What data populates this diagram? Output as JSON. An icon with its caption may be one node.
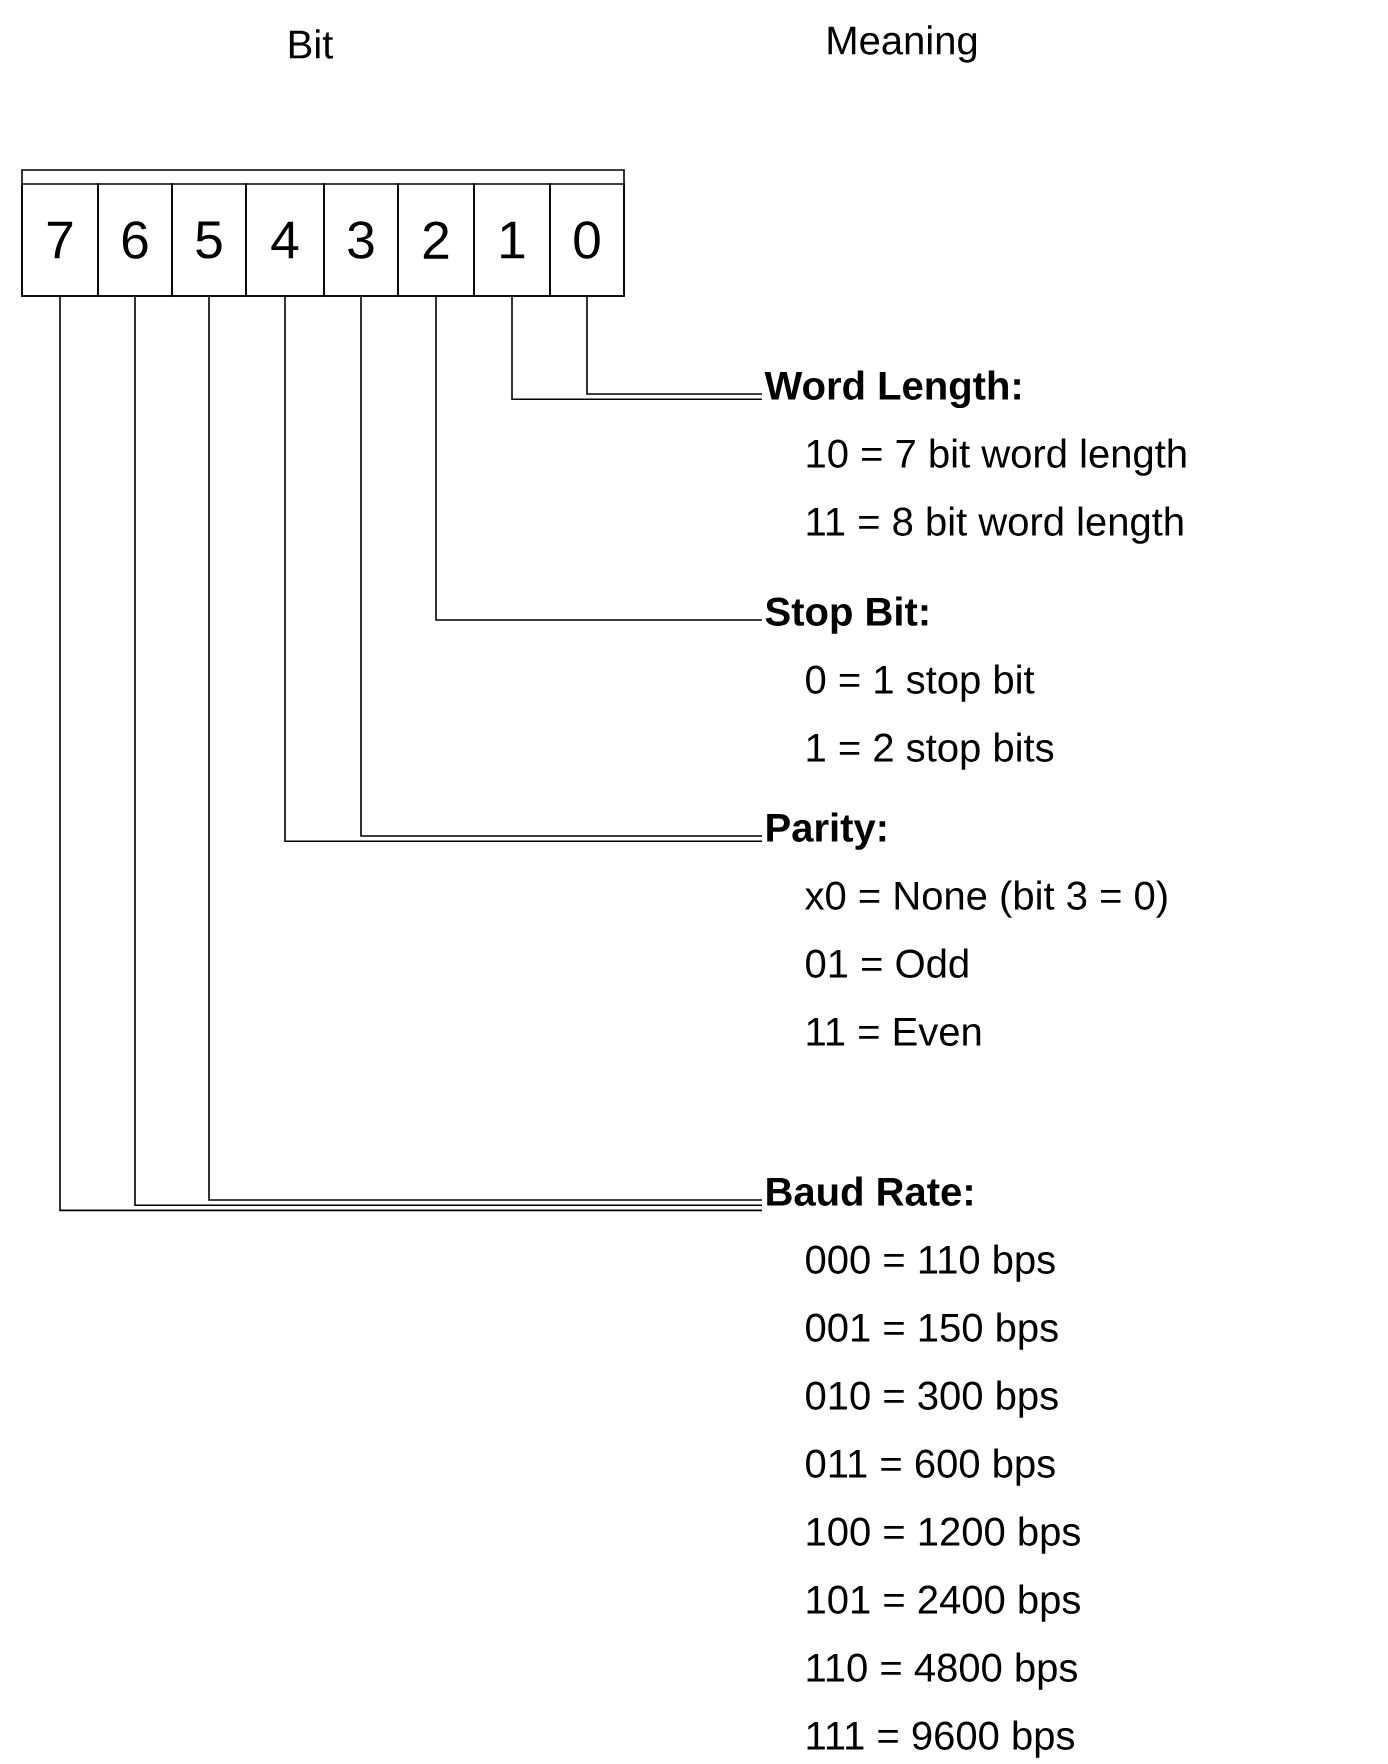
{
  "diagram": {
    "nodes": [
      {
        "text": [
          "7"
        ]
      },
      {
        "text": [
          "6"
        ]
      },
      {
        "text": [
          "5"
        ]
      },
      {
        "text": [
          "4"
        ]
      },
      {
        "text": [
          "3"
        ]
      },
      {
        "text": [
          "2"
        ]
      },
      {
        "text": [
          "1"
        ]
      },
      {
        "text": [
          "0"
        ]
      },
      {
        "text": [
          "Word Length:",
          "10 = 7 bit word length",
          "11 = 8 bit word length"
        ]
      },
      {
        "text": [
          "Stop Bit:",
          "0 = 1 stop bit",
          "1 = 2 stop bits"
        ]
      },
      {
        "text": [
          "Parity:",
          "x0 = None (bit 3 = 0)",
          "01 = Odd",
          "11 = Even"
        ]
      },
      {
        "text": [
          "Baud Rate:",
          "000 = 110 bps",
          "001 = 150 bps",
          "010 = 300 bps",
          "011 = 600 bps",
          "100 = 1200 bps",
          "101 = 2400 bps",
          "110 = 4800 bps",
          "111 = 9600 bps"
        ]
      }
    ],
    "edges": [
      {
        "from": 6,
        "to": 8,
        "arrow": "none"
      },
      {
        "from": 7,
        "to": 8,
        "arrow": "none"
      },
      {
        "from": 5,
        "to": 9,
        "arrow": "none"
      },
      {
        "from": 3,
        "to": 10,
        "arrow": "none"
      },
      {
        "from": 4,
        "to": 10,
        "arrow": "none"
      },
      {
        "from": 0,
        "to": 11,
        "arrow": "none"
      },
      {
        "from": 1,
        "to": 11,
        "arrow": "none"
      },
      {
        "from": 2,
        "to": 11,
        "arrow": "none"
      }
    ],
    "labels": [
      "Bit",
      "Meaning"
    ]
  }
}
